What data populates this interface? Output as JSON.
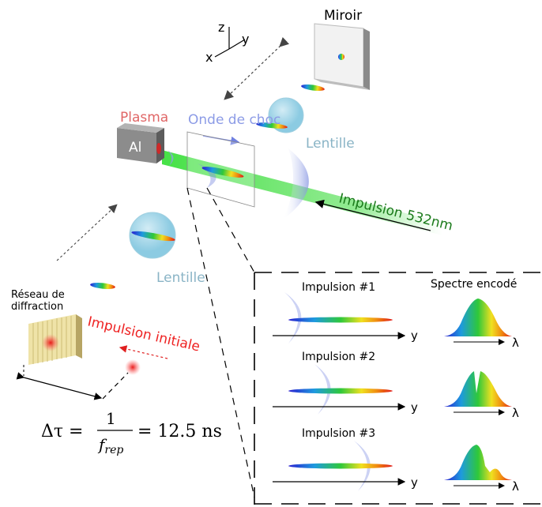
{
  "labels": {
    "miroir": "Miroir",
    "plasma": "Plasma",
    "al": "Al",
    "onde_de_choc": "Onde de choc",
    "lentille_top": "Lentille",
    "lentille_bottom": "Lentille",
    "impulsion_532": "Impulsion 532nm",
    "reseau_line1": "Réseau de",
    "reseau_line2": "diffraction",
    "impulsion_initiale": "Impulsion initiale",
    "axis_z": "z",
    "axis_y": "y",
    "axis_x": "x"
  },
  "formula": {
    "lhs": "Δτ =",
    "numerator": "1",
    "denominator": "f",
    "denominator_sub": "rep",
    "rhs": "= 12.5 ns"
  },
  "inset": {
    "col_spectre": "Spectre encodé",
    "rows": [
      {
        "title": "Impulsion #1",
        "axis": "y",
        "spec_axis": "λ"
      },
      {
        "title": "Impulsion #2",
        "axis": "y",
        "spec_axis": "λ"
      },
      {
        "title": "Impulsion #3",
        "axis": "y",
        "spec_axis": "λ"
      }
    ]
  },
  "colors": {
    "plasma": "#e06666",
    "onde": "#8c9be6",
    "lentille": "#8ab4c6",
    "green_beam": "#00aa00",
    "impulsion_532": "#1a7a1a",
    "impulsion_initiale": "#ee2222"
  }
}
